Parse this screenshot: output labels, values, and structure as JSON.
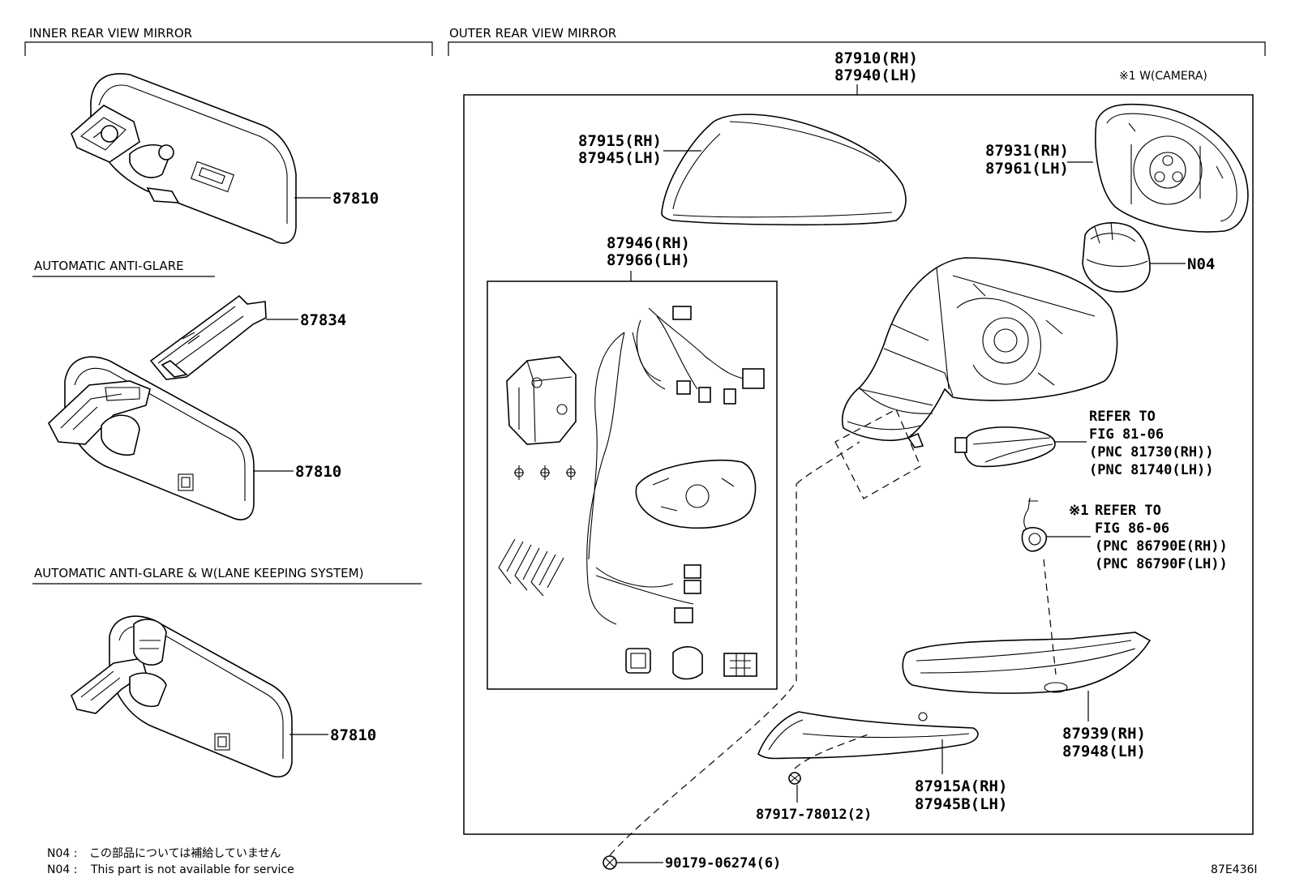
{
  "sections": {
    "inner_title": "INNER REAR VIEW MIRROR",
    "outer_title": "OUTER REAR VIEW MIRROR",
    "auto_anti_glare": "AUTOMATIC ANTI-GLARE",
    "auto_anti_glare_lane": "AUTOMATIC ANTI-GLARE & W(LANE KEEPING SYSTEM)",
    "camera_note": "※1 W(CAMERA)"
  },
  "inner": {
    "mirror_1": "87810",
    "bracket": "87834",
    "mirror_2": "87810",
    "mirror_3": "87810"
  },
  "outer": {
    "assy_rh": "87910(RH)",
    "assy_lh": "87940(LH)",
    "cover_rh": "87915(RH)",
    "cover_lh": "87945(LH)",
    "harness_rh": "87946(RH)",
    "harness_lh": "87966(LH)",
    "glass_rh": "87931(RH)",
    "glass_lh": "87961(LH)",
    "motor": "N04",
    "refer1_a": "REFER TO",
    "refer1_b": "FIG 81-06",
    "refer1_c": "(PNC 81730(RH))",
    "refer1_d": "(PNC 81740(LH))",
    "refer2_mark": "※1",
    "refer2_a": "REFER TO",
    "refer2_b": "FIG 86-06",
    "refer2_c": "(PNC 86790E(RH))",
    "refer2_d": "(PNC 86790F(LH))",
    "lower_cover_rh": "87939(RH)",
    "lower_cover_lh": "87948(LH)",
    "garnish_rh": "87915A(RH)",
    "garnish_lh": "87945B(LH)",
    "screw": "87917-78012(2)",
    "clip": "90179-06274(6)"
  },
  "notes": {
    "n04_label_jp": "N04 :",
    "n04_text_jp": "この部品については補給していません",
    "n04_label_en": "N04 :",
    "n04_text_en": "This part is not available for service"
  },
  "figure_code": "87E436I"
}
